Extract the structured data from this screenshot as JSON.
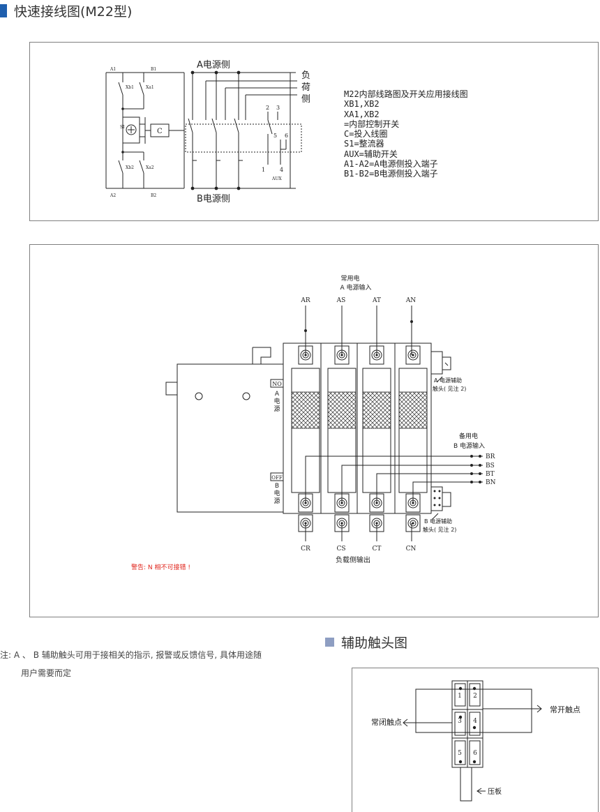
{
  "header_main": {
    "title": "快速接线图(M22型)",
    "accent": "#1f5fae"
  },
  "header_aux": {
    "title": "辅助触头图",
    "accent": "#8e9ec2"
  },
  "diagram1": {
    "terminals": {
      "a1": "A1",
      "b1": "B1",
      "a2": "A2",
      "b2": "B2"
    },
    "contacts": {
      "xb1": "Xb1",
      "xa1": "Xa1",
      "xb2": "Xb2",
      "xa2": "Xa2"
    },
    "rectifier": "SI",
    "coil": "C",
    "side_a": "A电源侧",
    "side_b": "B电源侧",
    "load": [
      "负",
      "荷",
      "侧"
    ],
    "aux_numbers": {
      "n1": "1",
      "n2": "2",
      "n3": "3",
      "n4": "4",
      "n5": "5",
      "n6": "6"
    },
    "aux_label": "AUX",
    "legend": [
      "M22内部线路图及开关应用接线图",
      "XB1,XB2",
      "XA1,XB2",
      "=内部控制开关",
      "C=投入线圈",
      "S1=整流器",
      "AUX=辅助开关",
      "A1-A2=A电源侧投入端子",
      "B1-B2=B电源侧投入端子"
    ]
  },
  "diagram2": {
    "top_title": [
      "常用电",
      "A  电源输入"
    ],
    "top_terminals": [
      "AR",
      "AS",
      "AT",
      "AN"
    ],
    "bottom_terminals": [
      "CR",
      "CS",
      "CT",
      "CN"
    ],
    "right_b_inputs": [
      "BR",
      "BS",
      "BT",
      "BN"
    ],
    "b_title": [
      "备用电",
      "B  电源输入"
    ],
    "aux_a": [
      "A  电源辅助",
      "触头( 见注 2)"
    ],
    "aux_b": [
      "B  电源辅助",
      "触头( 见注 2)"
    ],
    "no_label": "NO",
    "off_label": "OFF",
    "a_side_chars": [
      "A",
      "电",
      "源"
    ],
    "b_side_chars": [
      "B",
      "电",
      "源"
    ],
    "load_output": "负载侧输出",
    "warning": "警告:  N 相不可接错 !",
    "warning_color": "#e0241b"
  },
  "note": {
    "line1": "注: A 、 B 辅助触头可用于接相关的指示, 报警或反馈信号, 具体用途随",
    "line2": "用户需要而定"
  },
  "diagram3": {
    "cells": [
      "1",
      "2",
      "3",
      "4",
      "5",
      "6"
    ],
    "nc": "常闭触点",
    "no": "常开触点",
    "plate": "压板"
  }
}
